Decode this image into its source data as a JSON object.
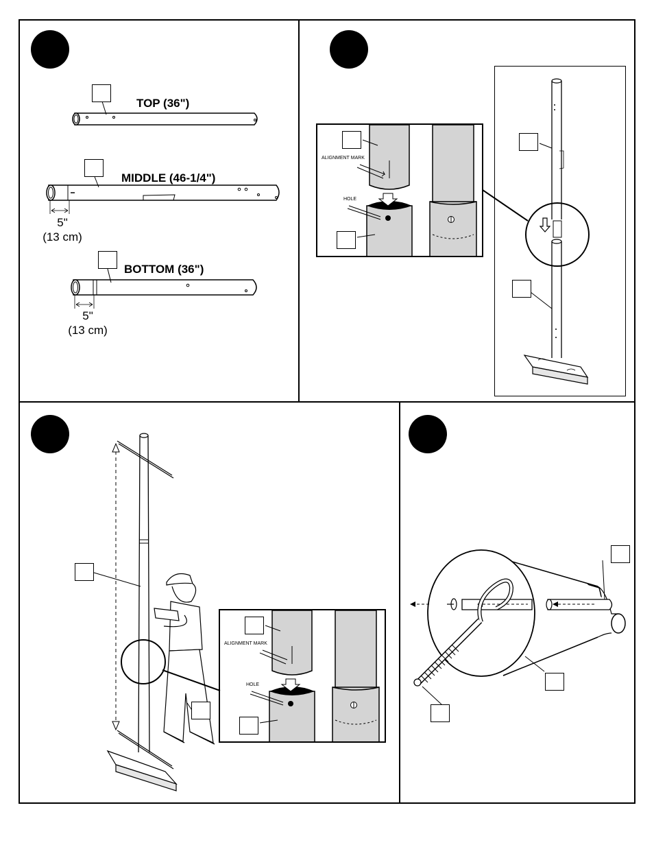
{
  "step1": {
    "top_label": "TOP (36\")",
    "middle_label": "MIDDLE (46-1/4\")",
    "bottom_label": "BOTTOM (36\")",
    "middle_dim_in": "5\"",
    "middle_dim_cm": "(13 cm)",
    "bottom_dim_in": "5\"",
    "bottom_dim_cm": "(13 cm)"
  },
  "detail": {
    "alignment_mark": "ALIGNMENT MARK",
    "hole": "HOLE"
  },
  "colors": {
    "line": "#000000",
    "tube_fill": "#d4d4d4",
    "background": "#ffffff"
  }
}
